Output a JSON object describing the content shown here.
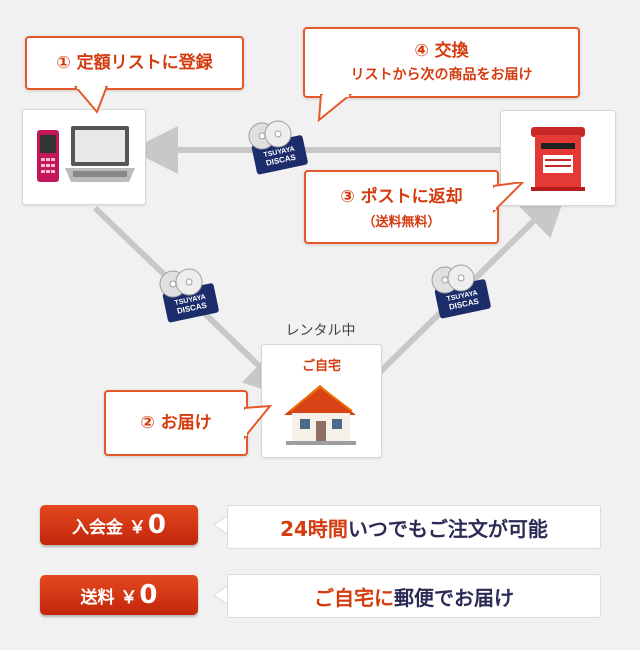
{
  "callouts": {
    "register": "① 定額リストに登録",
    "exchange_title": "④ 交換",
    "exchange_sub": "リストから次の商品をお届け",
    "return_title": "③ ポストに返却",
    "return_sub": "（送料無料）",
    "deliver": "② お届け"
  },
  "home": {
    "renting_label": "レンタル中",
    "home_label": "ご自宅"
  },
  "disc_brand": {
    "line1": "TSUYAYA",
    "line2": "DISCAS"
  },
  "pricing": [
    {
      "label": "入会金 ￥",
      "amount": "0",
      "info_highlight": "24時間",
      "info_rest": "いつでもご注文が可能"
    },
    {
      "label": "送料 ￥",
      "amount": "0",
      "info_highlight": "ご自宅に",
      "info_rest": "郵便でお届け"
    }
  ],
  "colors": {
    "accent": "#e4592b",
    "pill": "#d2300f",
    "highlight": "#d43c10",
    "arrow": "#c8c8c8",
    "card": "#1d2d6b"
  }
}
